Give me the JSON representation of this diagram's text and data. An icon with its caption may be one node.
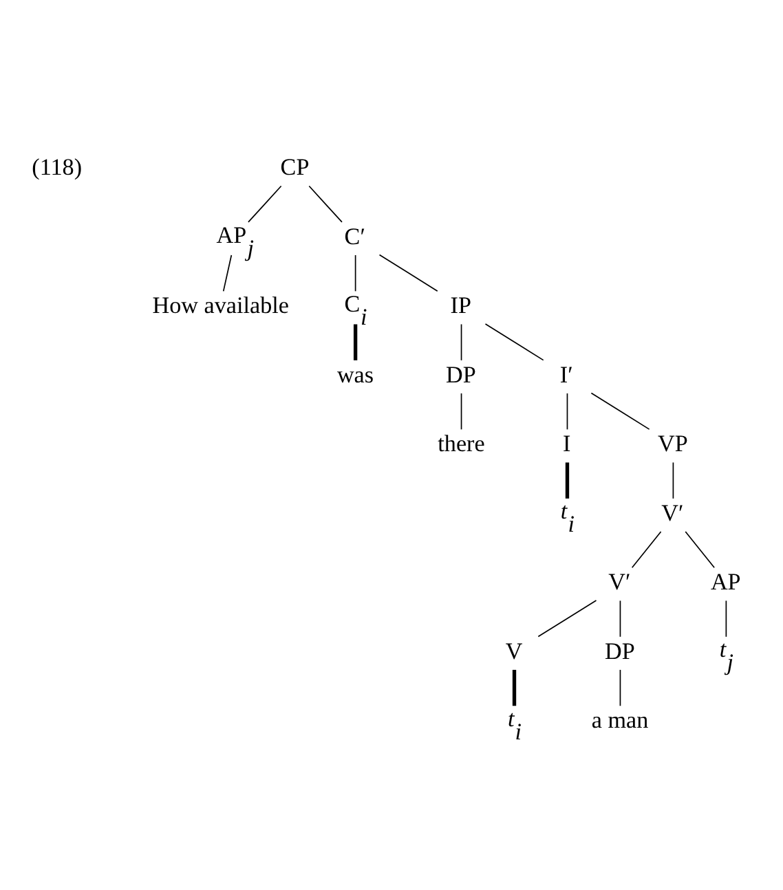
{
  "diagram": {
    "nodes": [
      {
        "text": [
          "CP"
        ]
      },
      {
        "text": [
          "AP$_{j}$"
        ]
      },
      {
        "text": [
          "C′"
        ]
      },
      {
        "text": [
          "How available"
        ]
      },
      {
        "text": [
          "C$_{i}$"
        ]
      },
      {
        "text": [
          "IP"
        ]
      },
      {
        "text": [
          "was"
        ]
      },
      {
        "text": [
          "DP"
        ]
      },
      {
        "text": [
          "I′"
        ]
      },
      {
        "text": [
          "there"
        ]
      },
      {
        "text": [
          "I"
        ]
      },
      {
        "text": [
          "VP"
        ]
      },
      {
        "text": [
          "*t*$_{i}$"
        ]
      },
      {
        "text": [
          "V′"
        ]
      },
      {
        "text": [
          "V′"
        ]
      },
      {
        "text": [
          "AP"
        ]
      },
      {
        "text": [
          "V"
        ]
      },
      {
        "text": [
          "DP"
        ]
      },
      {
        "text": [
          "*t*$_{i}$"
        ]
      },
      {
        "text": [
          "a man"
        ]
      },
      {
        "text": [
          "*t*$_{j}$"
        ]
      }
    ],
    "edges": [
      {
        "from": 0,
        "to": 1,
        "arrow": "none"
      },
      {
        "from": 0,
        "to": 2,
        "arrow": "none"
      },
      {
        "from": 1,
        "to": 3,
        "arrow": "none"
      },
      {
        "from": 2,
        "to": 4,
        "arrow": "none"
      },
      {
        "from": 2,
        "to": 5,
        "arrow": "none"
      },
      {
        "from": 4,
        "to": 6,
        "arrow": "none",
        "style": "thick"
      },
      {
        "from": 5,
        "to": 7,
        "arrow": "none"
      },
      {
        "from": 5,
        "to": 8,
        "arrow": "none"
      },
      {
        "from": 7,
        "to": 9,
        "arrow": "none"
      },
      {
        "from": 8,
        "to": 10,
        "arrow": "none"
      },
      {
        "from": 8,
        "to": 11,
        "arrow": "none"
      },
      {
        "from": 10,
        "to": 12,
        "arrow": "none",
        "style": "thick"
      },
      {
        "from": 11,
        "to": 13,
        "arrow": "none"
      },
      {
        "from": 13,
        "to": 14,
        "arrow": "none"
      },
      {
        "from": 13,
        "to": 15,
        "arrow": "none"
      },
      {
        "from": 14,
        "to": 16,
        "arrow": "none"
      },
      {
        "from": 14,
        "to": 17,
        "arrow": "none"
      },
      {
        "from": 15,
        "to": 20,
        "arrow": "none"
      },
      {
        "from": 16,
        "to": 18,
        "arrow": "none",
        "style": "thick"
      },
      {
        "from": 17,
        "to": 19,
        "arrow": "none"
      }
    ],
    "labels": [
      "(118)"
    ]
  }
}
